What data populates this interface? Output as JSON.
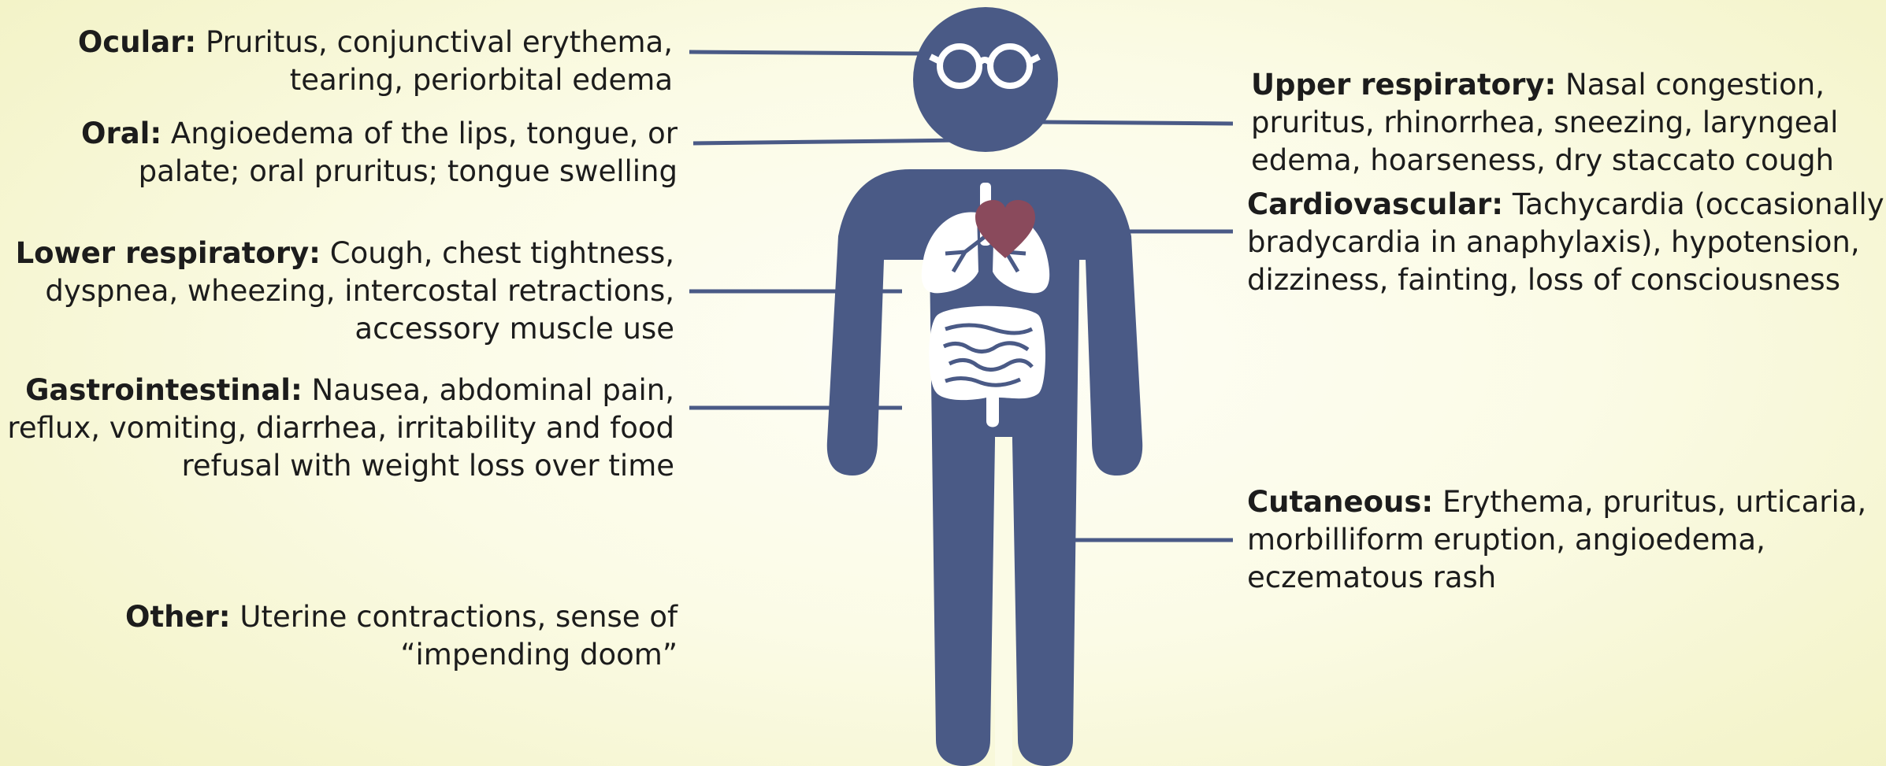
{
  "colors": {
    "figure": "#4a5a86",
    "heart": "#8a4a5c",
    "organs": "#ffffff",
    "text": "#1c1c1c"
  },
  "icons": {
    "glasses": "glasses-icon",
    "heart": "heart-icon",
    "lungs": "lungs-icon",
    "intestines": "intestines-icon"
  },
  "symptoms": {
    "ocular": {
      "title": "Ocular:",
      "lines": [
        "Pruritus, conjunctival erythema,",
        "tearing, periorbital edema"
      ]
    },
    "oral": {
      "title": "Oral:",
      "lines": [
        "Angioedema of the lips, tongue, or",
        "palate; oral pruritus; tongue swelling"
      ]
    },
    "lower_respiratory": {
      "title": "Lower respiratory:",
      "lines": [
        "Cough, chest tightness,",
        "dyspnea, wheezing, intercostal retractions,",
        "accessory muscle use"
      ]
    },
    "gastrointestinal": {
      "title": "Gastrointestinal:",
      "lines": [
        "Nausea, abdominal pain,",
        "reflux, vomiting, diarrhea, irritability and food",
        "refusal with weight loss over time"
      ]
    },
    "other": {
      "title": "Other:",
      "lines": [
        "Uterine contractions, sense of",
        "“impending doom”"
      ]
    },
    "upper_respiratory": {
      "title": "Upper respiratory:",
      "lines": [
        "Nasal congestion,",
        "pruritus, rhinorrhea, sneezing, laryngeal",
        "edema, hoarseness, dry staccato cough"
      ]
    },
    "cardiovascular": {
      "title": "Cardiovascular:",
      "lines": [
        "Tachycardia (occasionally",
        "bradycardia in anaphylaxis), hypotension,",
        "dizziness, fainting, loss of consciousness"
      ]
    },
    "cutaneous": {
      "title": "Cutaneous:",
      "lines": [
        "Erythema, pruritus, urticaria,",
        "morbilliform eruption, angioedema,",
        "eczematous rash"
      ]
    }
  }
}
